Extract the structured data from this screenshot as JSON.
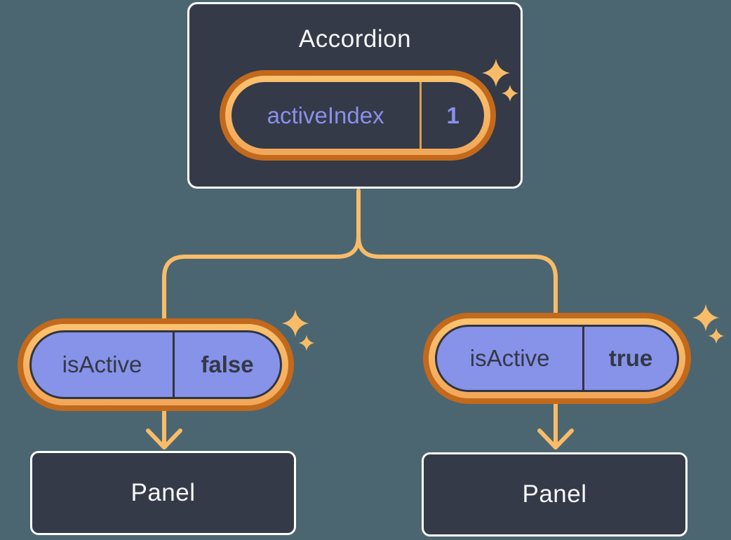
{
  "diagram": {
    "accordion": {
      "title": "Accordion",
      "state_name": "activeIndex",
      "state_value": "1"
    },
    "panels": [
      {
        "prop_name": "isActive",
        "prop_value": "false",
        "label": "Panel"
      },
      {
        "prop_name": "isActive",
        "prop_value": "true",
        "label": "Panel"
      }
    ]
  },
  "icons": {
    "sparkle": "four-point-star",
    "arrow": "chevron-down-arrowhead"
  },
  "colors": {
    "background": "#4C6671",
    "node_background": "#343A47",
    "node_border": "#FFFFFF",
    "ring_outer_orange": "#C2691C",
    "ring_inner_orange_top": "#FBC26F",
    "ring_inner_orange_bottom": "#F2A759",
    "pill_purple": "#8792E9",
    "pill_outline_dark": "#2F353F",
    "connector_orange": "#F8BC68",
    "sparkle_orange": "#F8BC68",
    "state_text_purple": "#8990EB",
    "state_divider_orange": "#DC9F4C",
    "prop_text_dark": "#333946",
    "title_text_light": "#F6F7F9"
  }
}
